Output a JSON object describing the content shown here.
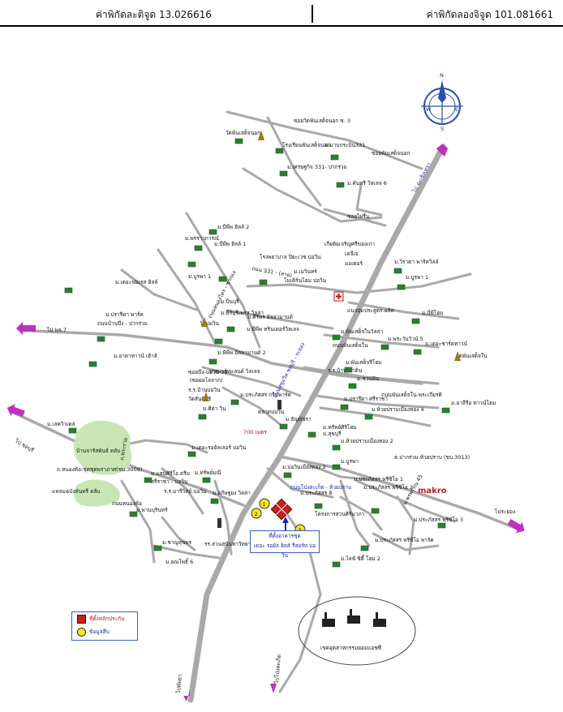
{
  "header": {
    "latitude_text": "ค่าพิกัดละติจูด 13.026616",
    "longitude_text": "ค่าพิกัดลองจิจูด 101.081661"
  },
  "colors": {
    "road": "#a9a9a9",
    "arrow": "#c030c0",
    "project": "#c62020",
    "point": "#f5e61a",
    "blue_text": "#1a2aa0",
    "green_area": "#c8e6b4"
  },
  "compass": {
    "n": "N",
    "s": "S",
    "e": "E",
    "w": "W"
  },
  "labels": {
    "soi_phanthong_3": "ซอยวัดพันเสด็จนอก ซ. 3",
    "rongrian_phan": "โรงเรียนพันเสด็จนอก",
    "wat_phan": "วัดพันเสด็จนอก",
    "m_mabkrasin": "ม.มาบกระบิน331",
    "soi_phan_nok": "ซอยพันเสด็จนอก",
    "m_setthakit": "ม.เศรษฐกิจ 331- ปากร่วม",
    "m_kankri6": "ม.คันทรี วิลเลจ 6",
    "to_chachoengsao": "ไป ฉะเชิงเทรา",
    "soi_phairoj": "ซอยไผ่รื่น",
    "m_bpf2": "ม.บีพีพ ฮิลล์ 2",
    "m_phrao": "ม.พรราวการณ์",
    "m_bpf1": "ม.บีพีพ ฮิลล์ 1",
    "m_burapha1": "ม.บูรพา 1",
    "m_the_forest": "ม.เดอะฟอเรส ฮิลล์",
    "rd_nongkhla": "ถนนหนองไทร - ชากแง",
    "m_pinburi": "ม.ปิ่นบุรี",
    "rd_331": "ถนน 331 - (สาย)",
    "hospital": "โรงพยาบาล ปิยะเวช บ่อวิน",
    "m_mevarin": "ม.เมวินทร์",
    "m_meuang_bowin": "โมเดิร์นโฮม บ่อวิน",
    "tamuang": "เกียติยเจริญศรีของเก่า",
    "kechae": "เคจีเจ",
    "motors": "มอเตอร์",
    "m_wirakot": "ม.วิราดา พาร์ควิลล์",
    "m_burapha1b": "ม.บูรพา 1",
    "m_pratab": "ม.ปรารีดา พาร์ค",
    "rd_wangree": "ถนนบ้านบึง - ปากร่วม",
    "to_pattaya7": "ไป พล.7",
    "m_ah_ah": "ม.อาตาทาวน์ เฮ้าส์",
    "wat_bowin": "วัดบ่อวิน",
    "m_phanburi": "ม.พีร์บุรีเพรส วิลล่า",
    "m_siriporn": "ม.ศิริพร อัลลามานด์",
    "m_ppb": "ม.พีพีพ ทรินเดอร์วิลเลจ",
    "m_pfn2": "ม.พีพีพ อัลลามานด์ 2",
    "rd_bantan": "แนวปุ่มประสูตร-ผลิต",
    "m_bphome": "ม.บีพีโฮม",
    "m_phanrat": "ม.พันเสด็จในวิลล่า",
    "m_pattana5": "ม.พระวันวิวน์ 5",
    "m_chaya": "ม.เดอะชาร์ตทาวน์",
    "rd_phankla": "ถนนพันเสด็จใน",
    "m_pinphet": "ม.พันเสด็จรีโฮม",
    "wat_phan_nai": "วัดพันเสด็จใน",
    "soi_bowin39": "ซอยบึง-บ่อวิน 39",
    "soi_39b": "(ซอยอโลลาภ)",
    "rr_bantan": "ร.ร.บ้านบ่อวิน",
    "m_smartland": "ม.สมาร์ทแลนด์ วิลเลจ",
    "rd_sukhum": "ถนนสุขุมวิท ชลบุรี - ระยอง",
    "rr_baan": "ร.ร.บ้านเขาดิน",
    "m_chandin": "ม.ชวนฝัน",
    "rd_chaya": "ถนนพันเสด็จใน-พระเกียรติ",
    "wat_santi": "วัดสันติศิริ",
    "m_sitawin": "ม.ศิตา วิน",
    "m_prakasit": "ม.ประภัสสร กรีนพาร์ค",
    "market": "ตลาดบ่อวิน",
    "m_prateep": "ม.ปรารีดา ศรีราชา",
    "m_huayprap4": "ม.ห้วยปราบเมืองทอง 4",
    "m_asiat": "ม.อาลีรีอ ทาวน์โฮม",
    "m_thankadi": "ม.ธัญพัชรา",
    "m_sapsiri": "ม.ทรัพย์ศิริโฮม",
    "m_sukburi": "ม.สุขบุรี",
    "m_huayprap2": "ม.ห้วยปราบเมืองทอง 2",
    "dist_700": "700 เมตร",
    "m_the_royal": "ม.เดอะรอยัลเลอร์ บ่อวิน",
    "m_huayprap_muang2": "ม.บ่อวินเมืองทอง 2",
    "m_bureau": "ม.บูรพา",
    "m_laem": "ม.เลควิวเดล่",
    "to_chonburi": "ไป ชลบุรี",
    "m_baanrun": "บ้านจารัสพันธ์ ตลับ",
    "rd_nongkham": "ถ.หนองค้อ-ชุดชุดพราภาศ(ชบ.3009)",
    "rd_chan_road": "ถ.พระราม",
    "m_laem_rd": "แหลมฉบังคันทรี ตลับ",
    "m_sansiri": "ม.แสนศิริโอ ดรีม",
    "m_sriracha": "ศรีราชา - บ่อวิน",
    "m_supphamitr": "ม.ทรัพย์มณี",
    "rr_marsri": "ร.ร.มารีวิทย์ บ่อวิน",
    "m_atipphong": "ม.อภิษฐยง วิลล่า",
    "m_phanburi2": "ม.พานบุรินทร์",
    "rd_chonburi": "ถนนหนองค้อ",
    "rd_tohuay": "ถนนโป่งสะเก็ต - ห้วยปราบ",
    "m_prakasit8": "ม.ประภัสสร 8",
    "rd_huayprap": "ต.ปากร่วม-ห้วยปราบ (ชบ.3013)",
    "m_prasit1": "ม.ประภัสสร พรีซิโอ 1",
    "m_prasit2": "ม.ประภัสสร พรีซิโอ 2",
    "m_phonphan": "ม.พรพรรณ 45",
    "makro": "makro",
    "to_rayong": "ไประยอง",
    "project_area": "โครงการสวนศิรินาภา",
    "m_prasit3": "ม.ประภัสสร พรีซิโอ 3",
    "m_prasit_park": "ม.ประภัสสร พรีซิโอ พาร์ค",
    "m_chaonsuk": "ม.ชาญสุขพร",
    "rr_sunanta": "รร.สวนสุนันทาวิทยาลัย",
    "m_onephai": "ม.อณโพธิ์ 6",
    "m_life_city": "ม.ไลฟ์ ซิตี้ โฮม 2",
    "industrial": "เขตอุตสาหกรรมยอมแอชซี",
    "to_pattaya": "ไปพัทยา",
    "to_pongnamron": "ไปโป่งสะเก็ต"
  },
  "highlight": {
    "line1": "ที่ตั้งอาคารชุด",
    "line2": "เดอะ รอยัล ฮิลส์ รีสอร์ท บ่อวิน"
  },
  "legend": {
    "project": "ที่ตั้งหลักประกัน",
    "points": "ข้อมูลสืบ"
  },
  "markers": {
    "n1": "1",
    "n2": "2",
    "n3": "3"
  }
}
